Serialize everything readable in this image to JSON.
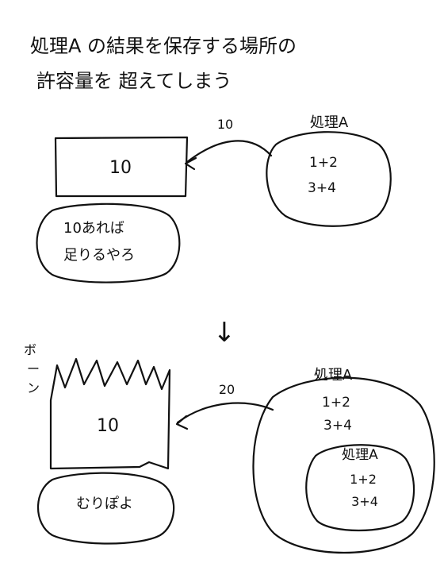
{
  "title": {
    "line1": "処理A の結果を保存する場所の",
    "line2": "許容量を 超えてしまう"
  },
  "top": {
    "arrow_value": "10",
    "process_label": "処理A",
    "process_lines": [
      "1+2",
      "3+4"
    ],
    "box_value": "10",
    "bubble_lines": [
      "10あれば",
      "足りるやろ"
    ]
  },
  "transition": {
    "arrow": "↓"
  },
  "bottom": {
    "sound_effect": "ボーン",
    "arrow_value": "20",
    "box_value": "10",
    "bubble_text": "むりぽよ",
    "outer_process_label": "処理A",
    "outer_process_lines": [
      "1+2",
      "3+4"
    ],
    "inner_process_label": "処理A",
    "inner_process_lines": [
      "1+2",
      "3+4"
    ]
  }
}
